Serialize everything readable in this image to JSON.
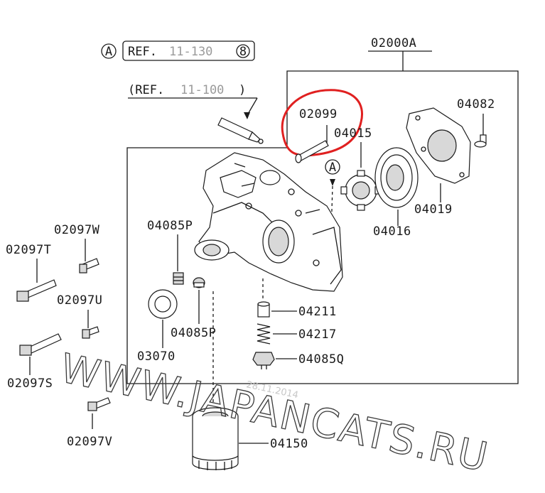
{
  "ref_a": {
    "marker": "A",
    "prefix": "REF.",
    "number": "11-130",
    "circled": "8"
  },
  "ref_b": {
    "prefix": "(REF.",
    "number": "11-100",
    "suffix": ")"
  },
  "marker_a": "A",
  "watermark": "WWW.JAPANCATS.RU",
  "date_stamp": "28.11.2014",
  "highlight_color": "#e02020",
  "parts": {
    "assembly": "02000A",
    "pin": "02099",
    "rotor_inner": "04015",
    "rotor_outer": "04016",
    "cover": "04019",
    "screw": "04082",
    "plug_p_top": "04085P",
    "plug_p_bottom": "04085P",
    "plug_q": "04085Q",
    "plunger": "04211",
    "spring": "04217",
    "filter": "04150",
    "seal": "03070",
    "bolt_w": "02097W",
    "bolt_t": "02097T",
    "bolt_u": "02097U",
    "bolt_s": "02097S",
    "bolt_v": "02097V"
  }
}
